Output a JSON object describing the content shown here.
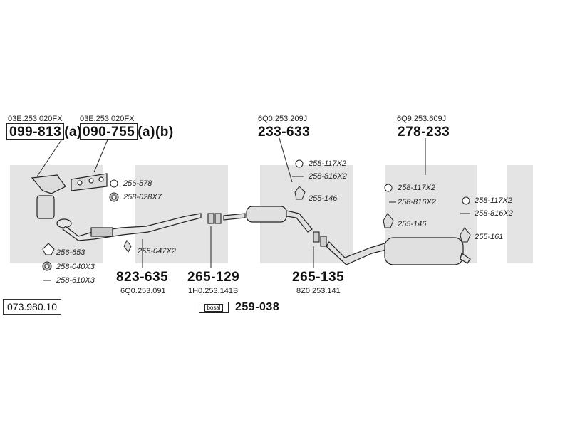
{
  "watermark": "bosal",
  "catalog_ref": "073.980.10",
  "brand_label": "bosal",
  "oem_numbers": {
    "a": "03E.253.020FX",
    "b": "03E.253.020FX",
    "c": "6Q0.253.209J",
    "d": "6Q9.253.609J",
    "e": "6Q0.253.091",
    "f": "1H0.253.141B",
    "g": "8Z0.253.141"
  },
  "part_numbers": {
    "p1": "099-813",
    "p1_suffix": "(a)",
    "p2": "090-755",
    "p2_suffix": "(a)(b)",
    "p3": "233-633",
    "p4": "278-233",
    "p5": "823-635",
    "p6": "265-129",
    "p7": "265-135",
    "p8": "259-038"
  },
  "small_parts": {
    "s1": "256-578",
    "s2": "258-028X7",
    "s3": "256-653",
    "s4": "258-040X3",
    "s5": "258-610X3",
    "s6": "255-047X2",
    "s7": "258-117X2",
    "s8": "258-816X2",
    "s9": "255-146",
    "s10": "258-117X2",
    "s11": "258-816X2",
    "s12": "255-146",
    "s13": "258-117X2",
    "s14": "258-816X2",
    "s15": "255-161"
  },
  "colors": {
    "watermark": "#e6e6e6",
    "line": "#222222",
    "part_fill": "#d9d9d9"
  }
}
